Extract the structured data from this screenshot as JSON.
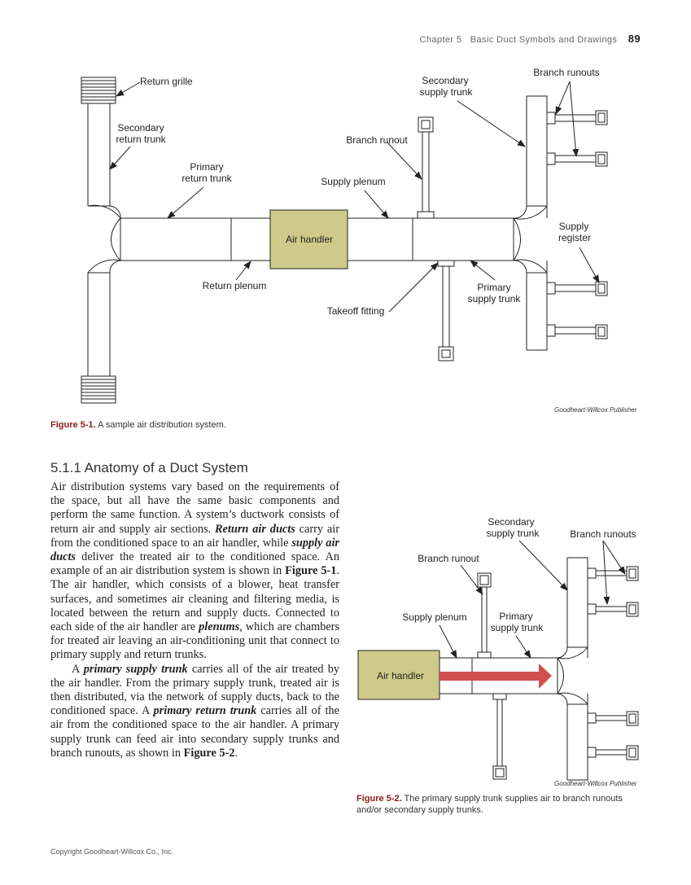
{
  "header": {
    "chapter": "Chapter 5   Basic Duct Symbols and Drawings",
    "page_number": "89"
  },
  "figure1": {
    "labels": {
      "return_grille": "Return grille",
      "secondary_return_trunk_1": "Secondary",
      "secondary_return_trunk_2": "return trunk",
      "primary_return_trunk_1": "Primary",
      "primary_return_trunk_2": "return trunk",
      "air_handler": "Air handler",
      "return_plenum": "Return plenum",
      "branch_runout": "Branch runout",
      "supply_plenum": "Supply plenum",
      "secondary_supply_trunk_1": "Secondary",
      "secondary_supply_trunk_2": "supply trunk",
      "branch_runouts": "Branch runouts",
      "supply_register_1": "Supply",
      "supply_register_2": "register",
      "primary_supply_trunk_1": "Primary",
      "primary_supply_trunk_2": "supply trunk",
      "takeoff_fitting": "Takeoff fitting"
    },
    "credit": "Goodheart-Willcox Publisher",
    "caption_label": "Figure 5-1.",
    "caption_text": " A sample air distribution system."
  },
  "section": {
    "title": "5.1.1 Anatomy of a Duct System",
    "p1": [
      {
        "t": "Air distribution systems vary based on the requirements of the space, but all have the same basic components and perform the same function. A system’s ductwork consists of return air and supply air sections. ",
        "s": ""
      },
      {
        "t": "Return air ducts",
        "s": "bi"
      },
      {
        "t": " carry air from the conditioned space to an air handler, while ",
        "s": ""
      },
      {
        "t": "supply air ducts",
        "s": "bi"
      },
      {
        "t": " deliver the treated air to the conditioned space. An example of an air distribution system is shown in ",
        "s": ""
      },
      {
        "t": "Figure 5-1",
        "s": "b"
      },
      {
        "t": ". The air handler, which consists of a blower, heat transfer surfaces, and sometimes air cleaning and filtering media, is located between the return and supply ducts. Connected to each side of the air handler are ",
        "s": ""
      },
      {
        "t": "plenums",
        "s": "bi"
      },
      {
        "t": ", which are chambers for treated air leaving an air-conditioning unit that connect to primary supply and return trunks.",
        "s": ""
      }
    ],
    "p2": [
      {
        "t": "A ",
        "s": ""
      },
      {
        "t": "primary supply trunk",
        "s": "bi"
      },
      {
        "t": " carries all of the air treated by the air handler. From the primary supply trunk, treated air is then distributed, via the network of supply ducts, back to the conditioned space. A ",
        "s": ""
      },
      {
        "t": "primary return trunk",
        "s": "bi"
      },
      {
        "t": " carries all of the air from the conditioned space to the air handler. A primary supply trunk can feed air into secondary supply trunks and branch runouts, as shown in ",
        "s": ""
      },
      {
        "t": "Figure 5-2",
        "s": "b"
      },
      {
        "t": ".",
        "s": ""
      }
    ]
  },
  "figure2": {
    "labels": {
      "secondary_supply_trunk_1": "Secondary",
      "secondary_supply_trunk_2": "supply trunk",
      "branch_runouts": "Branch runouts",
      "branch_runout": "Branch runout",
      "supply_plenum": "Supply plenum",
      "primary_supply_trunk_1": "Primary",
      "primary_supply_trunk_2": "supply trunk",
      "air_handler": "Air handler"
    },
    "credit": "Goodheart-Willcox Publisher",
    "caption_label": "Figure 5-2.",
    "caption_text": " The primary supply trunk supplies air to branch runouts and/or secondary supply trunks."
  },
  "colors": {
    "air_handler_fill": "#cdca8a",
    "caption_label": "#8b1c1c",
    "flow_arrow": "#d05050"
  },
  "footer": {
    "copyright": "Copyright Goodheart-Willcox Co., Inc."
  }
}
